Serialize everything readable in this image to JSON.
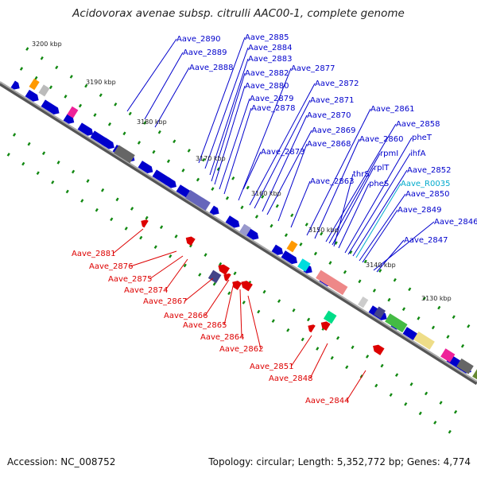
{
  "title": "Acidovorax avenae subsp. citrulli AAC00-1, complete genome",
  "footer": {
    "accession": "Accession: NC_008752",
    "summary": "Topology: circular; Length: 5,352,772 bp; Genes: 4,774"
  },
  "colors": {
    "plus_strand": "#0000cc",
    "minus_strand": "#dd0000",
    "rna": "#00aacc",
    "backbone": "#777777",
    "ticks": "#118811"
  },
  "scale_marks": [
    "3200 kbp",
    "3190 kbp",
    "3180 kbp",
    "3170 kbp",
    "3160 kbp",
    "3150 kbp",
    "3140 kbp",
    "3130 kbp"
  ],
  "upper_labels": [
    "Aave_2890",
    "Aave_2889",
    "Aave_2888",
    "Aave_2885",
    "Aave_2884",
    "Aave_2883",
    "Aave_2882",
    "Aave_2880",
    "Aave_2879",
    "Aave_2878",
    "Aave_2877",
    "Aave_2872",
    "Aave_2871",
    "Aave_2870",
    "Aave_2869",
    "Aave_2873",
    "Aave_2868",
    "Aave_2863",
    "Aave_2861",
    "Aave_2860",
    "Aave_2858",
    "rpmI",
    "rplT",
    "thrS",
    "pheS",
    "pheT",
    "ihfA",
    "Aave_2852",
    "Aave_R0035",
    "Aave_2850",
    "Aave_2849",
    "Aave_2846",
    "Aave_2847"
  ],
  "lower_labels": [
    "Aave_2881",
    "Aave_2876",
    "Aave_2875",
    "Aave_2874",
    "Aave_2867",
    "Aave_2866",
    "Aave_2865",
    "Aave_2864",
    "Aave_2862",
    "Aave_2851",
    "Aave_2848",
    "Aave_2844"
  ]
}
